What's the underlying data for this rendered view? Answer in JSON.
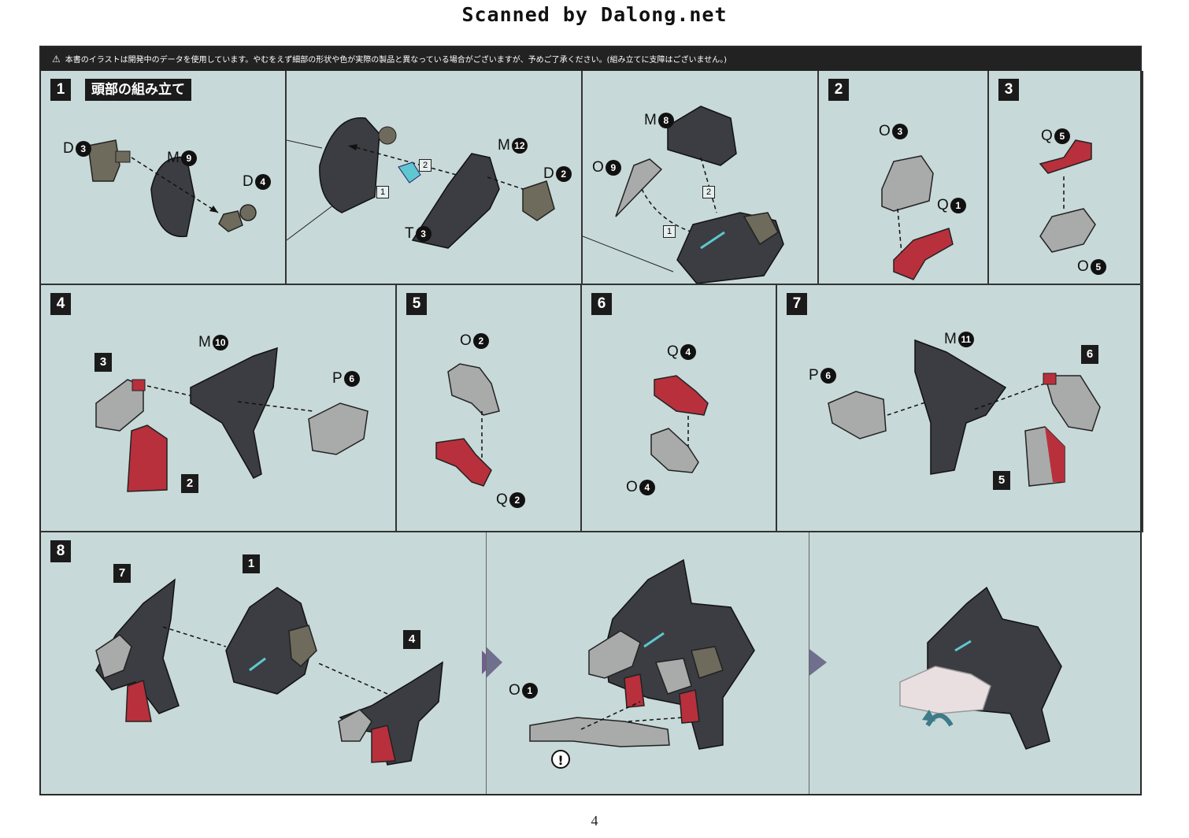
{
  "watermark": "Scanned by Dalong.net",
  "notice": "本書のイラストは開発中のデータを使用しています。やむをえず細部の形状や色が実際の製品と異なっている場合がございますが、予めご了承ください。(組み立てに支障はございません。)",
  "page_number": "4",
  "colors": {
    "panel_bg": "#c7d9d8",
    "dark_part": "#3b3d42",
    "grey_part": "#a9aaaa",
    "red_part": "#b8303c",
    "clear_part": "#5fc7cf",
    "khaki_part": "#6e6b5c"
  },
  "steps": [
    {
      "number": "1",
      "title": "頭部の組み立て",
      "labels": [
        {
          "letter": "D",
          "num": "3"
        },
        {
          "letter": "M",
          "num": "9"
        },
        {
          "letter": "D",
          "num": "4"
        },
        {
          "letter": "M",
          "num": "12"
        },
        {
          "letter": "D",
          "num": "2"
        },
        {
          "letter": "T",
          "num": "3"
        },
        {
          "letter": "M",
          "num": "8"
        },
        {
          "letter": "O",
          "num": "9"
        }
      ],
      "order": [
        "1",
        "2",
        "1",
        "2"
      ]
    },
    {
      "number": "2",
      "labels": [
        {
          "letter": "O",
          "num": "3"
        },
        {
          "letter": "Q",
          "num": "1"
        }
      ]
    },
    {
      "number": "3",
      "labels": [
        {
          "letter": "Q",
          "num": "5"
        },
        {
          "letter": "O",
          "num": "5"
        }
      ]
    },
    {
      "number": "4",
      "labels": [
        {
          "letter": "M",
          "num": "10"
        },
        {
          "letter": "P",
          "num": "6"
        }
      ],
      "refs": [
        "3",
        "2"
      ]
    },
    {
      "number": "5",
      "labels": [
        {
          "letter": "O",
          "num": "2"
        },
        {
          "letter": "Q",
          "num": "2"
        }
      ]
    },
    {
      "number": "6",
      "labels": [
        {
          "letter": "Q",
          "num": "4"
        },
        {
          "letter": "O",
          "num": "4"
        }
      ]
    },
    {
      "number": "7",
      "labels": [
        {
          "letter": "M",
          "num": "11"
        },
        {
          "letter": "P",
          "num": "6"
        }
      ],
      "refs": [
        "6",
        "5"
      ]
    },
    {
      "number": "8",
      "labels": [
        {
          "letter": "O",
          "num": "1"
        }
      ],
      "refs": [
        "7",
        "1",
        "4"
      ],
      "caution": "!"
    }
  ]
}
